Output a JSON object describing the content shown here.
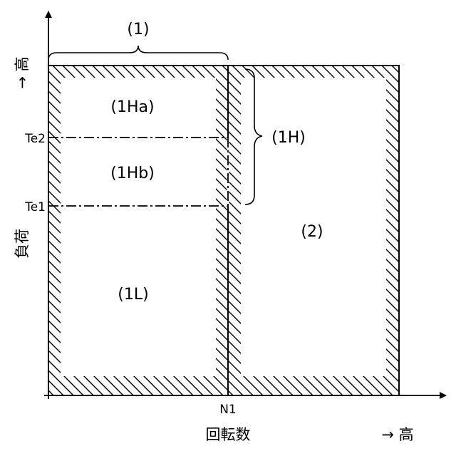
{
  "axes": {
    "y_label": "負荷",
    "y_arrow_label": "→ 高",
    "x_label": "回転数",
    "x_arrow_label": "→ 高",
    "x_tick": "N1",
    "y_ticks": [
      "Te2",
      "Te1"
    ]
  },
  "regions": {
    "group1": "(1)",
    "r1Ha": "(1Ha)",
    "r1Hb": "(1Hb)",
    "r1L": "(1L)",
    "group1H": "(1H)",
    "r2": "(2)"
  }
}
